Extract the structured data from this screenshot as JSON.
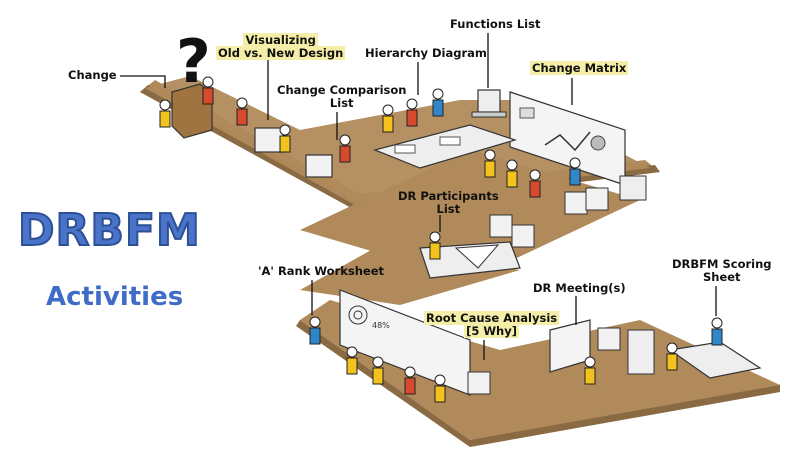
{
  "title": {
    "main": "DRBFM",
    "sub": "Activities"
  },
  "labels": {
    "change": "Change",
    "visualizing_line1": "Visualizing",
    "visualizing_line2": "Old vs. New Design",
    "functions_list": "Functions List",
    "hierarchy_diagram": "Hierarchy Diagram",
    "change_comparison_line1": "Change Comparison",
    "change_comparison_line2": "List",
    "change_matrix": "Change Matrix",
    "dr_participants_line1": "DR Participants",
    "dr_participants_line2": "List",
    "a_rank_worksheet": "'A' Rank Worksheet",
    "dr_meetings": "DR Meeting(s)",
    "drbfm_scoring_line1": "DRBFM Scoring",
    "drbfm_scoring_line2": "Sheet",
    "root_cause_line1": "Root Cause Analysis",
    "root_cause_line2": "[5 Why]"
  },
  "question_mark": "?",
  "colors": {
    "floor": "#b08a5b",
    "floor_edge": "#8a6a42",
    "title_blue": "#4a74c9",
    "highlight": "#f5eea8",
    "yellow": "#f3c21c",
    "red": "#d84a2e",
    "blue": "#2f86c8"
  }
}
